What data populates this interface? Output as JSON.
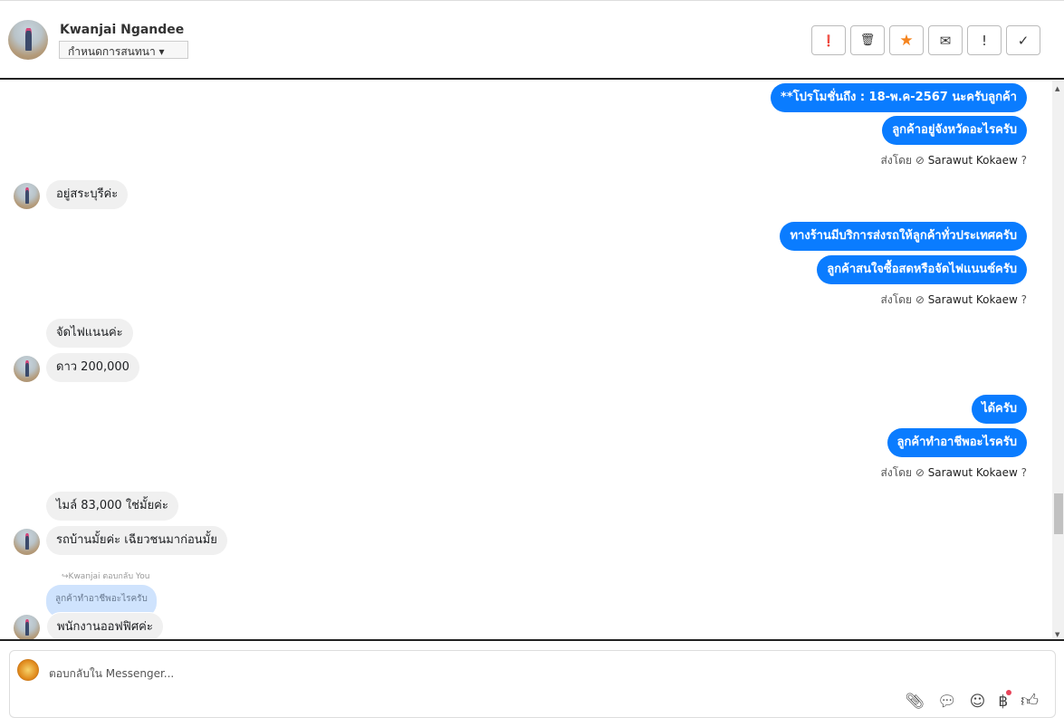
{
  "header": {
    "name": "Kwanjai Ngandee",
    "assign_label": "กำหนดการสนทนา ▾"
  },
  "toolbar": {
    "spam": "❗",
    "delete": "🗑",
    "star": "★",
    "mail": "✉",
    "important": "!",
    "done": "✓",
    "star_color": "#f5841f"
  },
  "messages": {
    "o1": "**โปรโมชั่นถึง : 18-พ.ค-2567 นะครับลูกค้า",
    "o2": "ลูกค้าอยู่จังหวัดอะไรครับ",
    "i1": "อยู่สระบุรีค่ะ",
    "o3": "ทางร้านมีบริการส่งรถให้ลูกค้าทั่วประเทศครับ",
    "o4": "ลูกค้าสนใจซื้อสดหรือจัดไฟแนนซ์ครับ",
    "i2": "จัดไฟแนนค่ะ",
    "i3": "ดาว 200,000",
    "o5": "ได้ครับ",
    "o6": "ลูกค้าทำอาชีพอะไรครับ",
    "i4": "ไมล์ 83,000 ใช่มั้ยค่ะ",
    "i5": "รถบ้านมั้ยค่ะ เฉียวชนมาก่อนมั้ย",
    "reply_label": "↪Kwanjai ตอบกลับ You",
    "quote": "ลูกค้าทำอาชีพอะไรครับ",
    "i6": "พนักงานออฟฟิศค่ะ"
  },
  "sent_by": {
    "prefix": "ส่งโดย",
    "name": "Sarawut Kokaew"
  },
  "composer": {
    "placeholder": "ตอบกลับใน Messenger..."
  },
  "colors": {
    "outgoing": "#0a7cff",
    "incoming": "#f0f0f0"
  }
}
